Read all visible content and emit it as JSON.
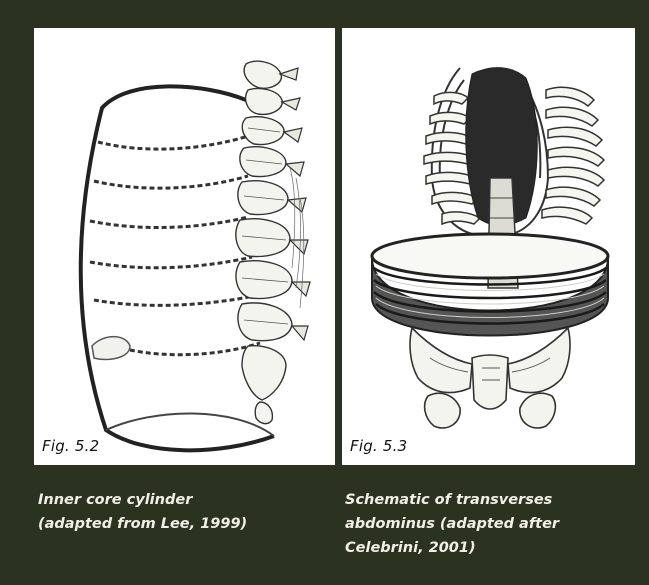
{
  "figures": [
    {
      "label": "Fig. 5.2",
      "caption_lines": [
        "Inner core cylinder",
        "(adapted from Lee, 1999)"
      ]
    },
    {
      "label": "Fig. 5.3",
      "caption_lines": [
        "Schematic of transverses",
        "abdominus (adapted after",
        "Celebrini, 2001)"
      ]
    }
  ],
  "colors": {
    "background": "#2b3220",
    "panel": "#ffffff",
    "caption_text": "#f2efe6",
    "ink": "#222222"
  }
}
